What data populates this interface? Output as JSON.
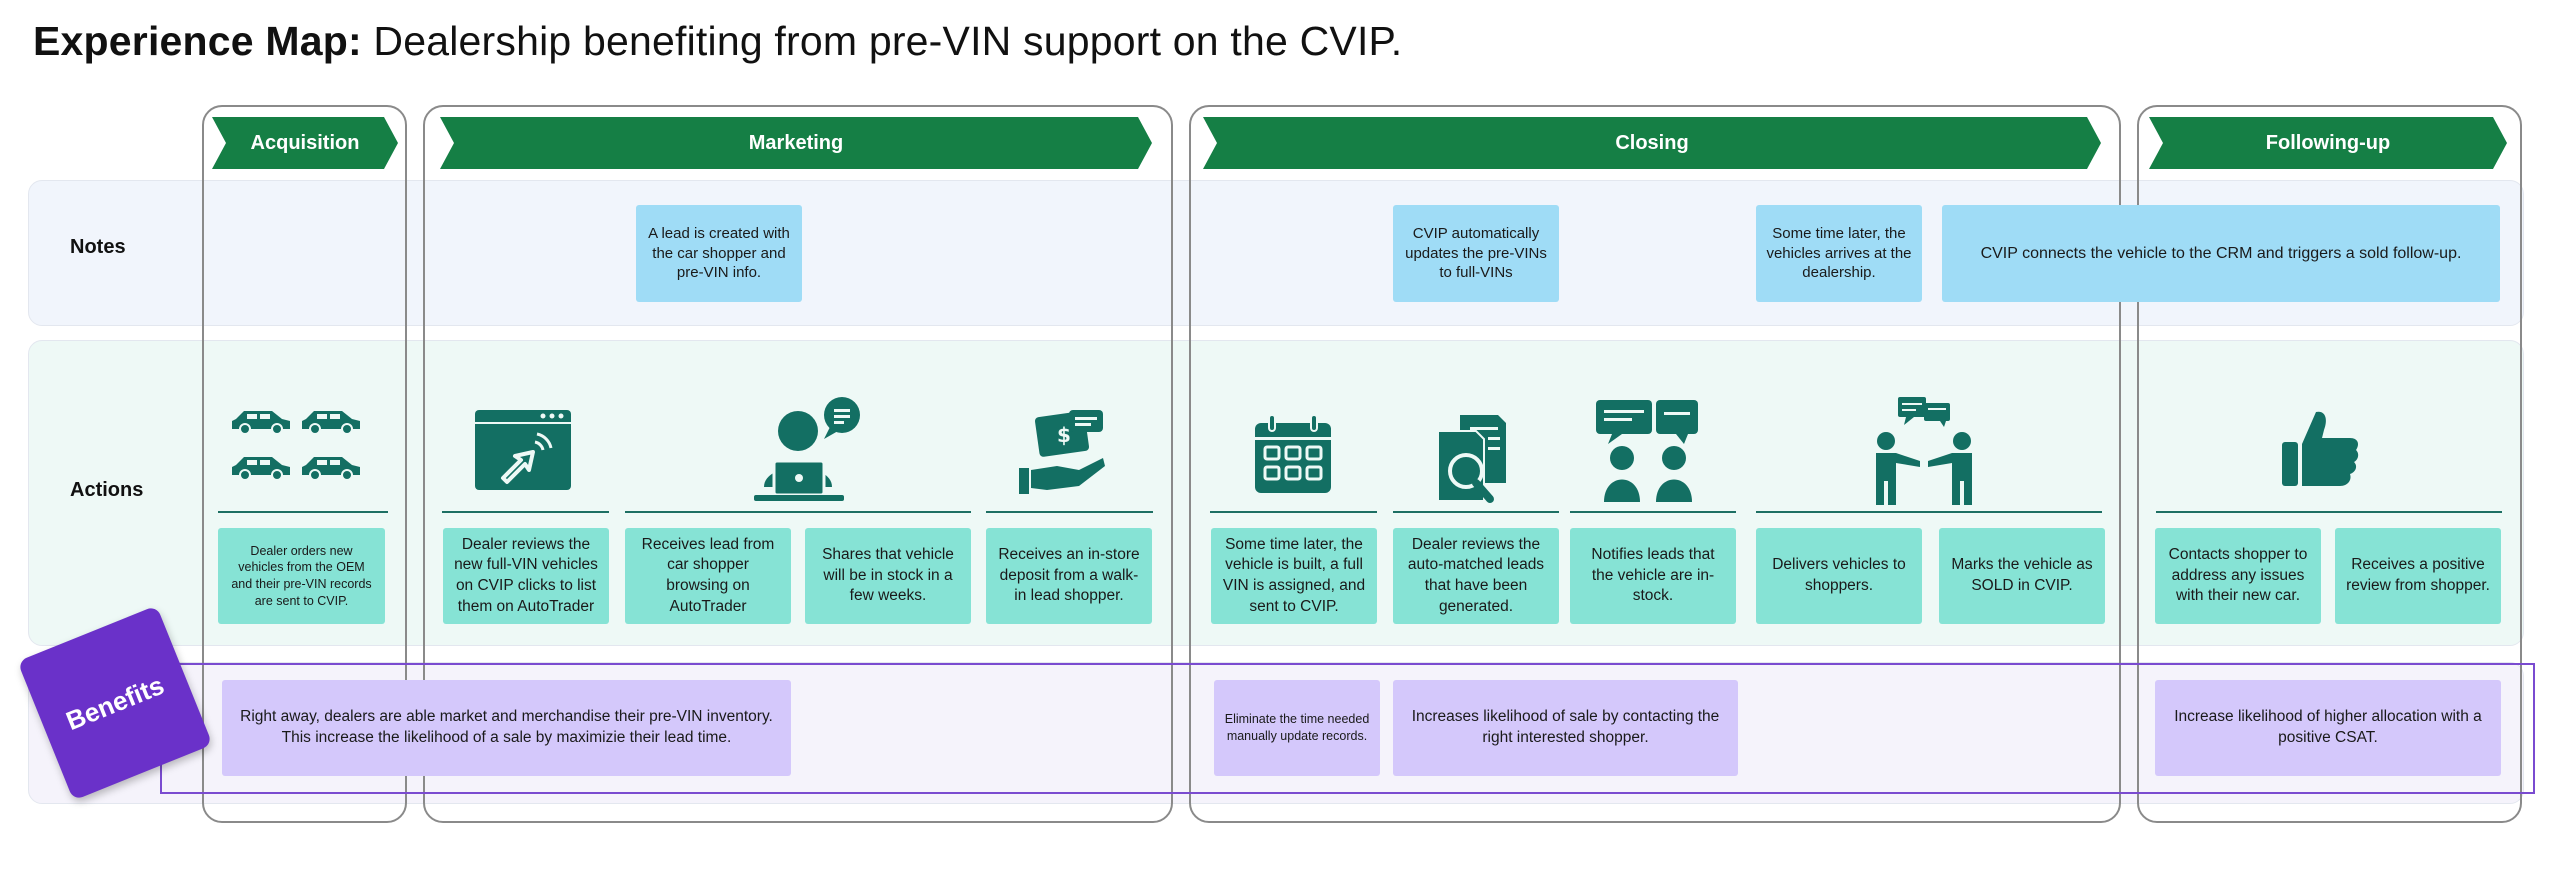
{
  "title": {
    "bold": "Experience Map:",
    "rest": " Dealership benefiting from pre-VIN support on the CVIP."
  },
  "rows": {
    "notes": "Notes",
    "actions": "Actions",
    "benefits": "Benefits"
  },
  "phases": [
    {
      "label": "Acquisition"
    },
    {
      "label": "Marketing"
    },
    {
      "label": "Closing"
    },
    {
      "label": "Following-up"
    }
  ],
  "notes": [
    "A lead is created with the car shopper and pre-VIN info.",
    "CVIP automatically updates the pre-VINs to full-VINs",
    "Some time later, the vehicles arrives at the dealership.",
    "CVIP connects the vehicle to the CRM and triggers a sold follow-up."
  ],
  "actions": [
    "Dealer orders new vehicles from the OEM and their pre-VIN records are sent to CVIP.",
    "Dealer reviews the new full-VIN vehicles on CVIP clicks to list them on AutoTrader",
    "Receives lead from car shopper browsing on AutoTrader",
    "Shares that vehicle will be in stock in a few weeks.",
    "Receives an in-store deposit from a walk-in lead shopper.",
    "Some time later, the vehicle is built, a full VIN is assigned, and sent to CVIP.",
    "Dealer reviews the auto-matched leads that have been generated.",
    "Notifies leads that the vehicle are in-stock.",
    "Delivers vehicles to shoppers.",
    "Marks the vehicle as SOLD in CVIP.",
    "Contacts shopper to address any issues with their new car.",
    "Receives a positive review from shopper."
  ],
  "benefits": [
    "Right away, dealers are able market and merchandise their pre-VIN inventory. This increase the likelihood of a sale by maximizie their lead time.",
    "Eliminate the time needed manually update records.",
    "Increases likelihood of sale by contacting the right interested shopper.",
    "Increase likelihood of higher allocation with a positive CSAT."
  ],
  "icons": [
    "cars-icon",
    "browser-click-icon",
    "person-laptop-chat-icon",
    "hand-money-icon",
    "calendar-icon",
    "document-search-icon",
    "people-chat-icon",
    "handshake-chat-icon",
    "thumbs-up-icon"
  ],
  "colors": {
    "phase_green": "#157f45",
    "note_blue": "#9fdcf6",
    "action_teal": "#86e3d5",
    "benefit_purple": "#d4c8fb",
    "badge_purple": "#6a31c9",
    "icon_teal": "#136f63"
  }
}
